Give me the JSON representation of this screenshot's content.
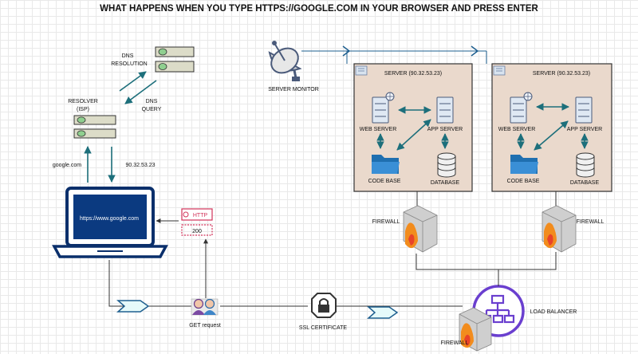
{
  "title": "WHAT HAPPENS WHEN YOU TYPE HTTPS://GOOGLE.COM IN YOUR BROWSER AND PRESS ENTER",
  "dns": {
    "resolution_line1": "DNS",
    "resolution_line2": "RESOLUTION",
    "resolver_line1": "RESOLVER",
    "resolver_line2": "(ISP)",
    "query_line1": "DNS",
    "query_line2": "QUERY",
    "request_label": "google.com",
    "response_label": "90.32.53.23"
  },
  "laptop": {
    "url": "https://www.google.com"
  },
  "http": {
    "label": "HTTP",
    "status": "200"
  },
  "get_request": "GET request",
  "ssl": "SSL CERTIFICATE",
  "load_balancer": "LOAD BALANCER",
  "firewalls": [
    "FIREWALL",
    "FIREWALL",
    "FIREWALL"
  ],
  "server_monitor": "SERVER MONITOR",
  "servers": [
    {
      "title": "SERVER (90.32.53.23)",
      "web": "WEB SERVER",
      "app": "APP SERVER",
      "code": "CODE BASE",
      "db": "DATABASE"
    },
    {
      "title": "SERVER (90.32.53.23)",
      "web": "WEB SERVER",
      "app": "APP SERVER",
      "code": "CODE BASE",
      "db": "DATABASE"
    }
  ],
  "colors": {
    "teal": "#1d6f7b",
    "navy": "#0a2f6b",
    "purple": "#6a3fcf",
    "server_fill": "#ead9cc",
    "dns_box": "#dcdcc8"
  }
}
